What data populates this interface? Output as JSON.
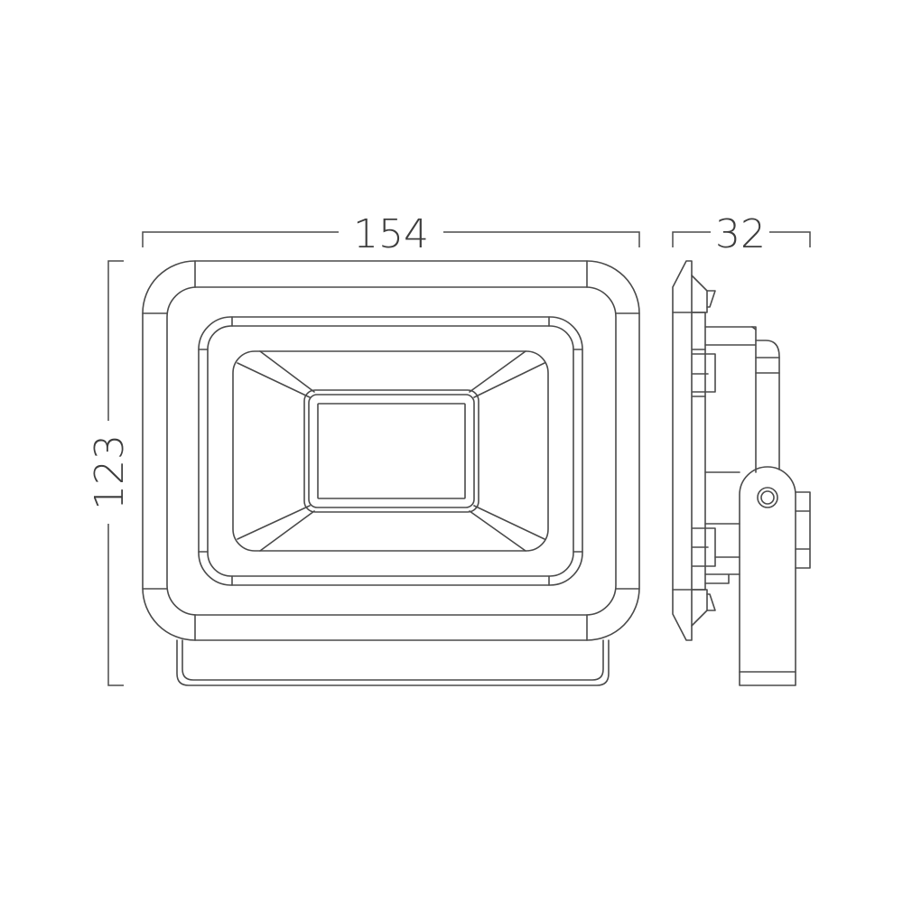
{
  "drawing": {
    "subject": "LED floodlight dimension drawing",
    "line_color": "#4a4a4a",
    "text_color": "#3d3d3d",
    "background": "#ffffff",
    "units": "mm",
    "views": [
      {
        "name": "front-view"
      },
      {
        "name": "side-view"
      }
    ],
    "dimensions": {
      "width": {
        "label": "154",
        "value": 154,
        "orientation": "horizontal",
        "view": "front"
      },
      "height": {
        "label": "123",
        "value": 123,
        "orientation": "vertical",
        "view": "front"
      },
      "depth": {
        "label": "32",
        "value": 32,
        "orientation": "horizontal",
        "view": "side"
      }
    }
  }
}
